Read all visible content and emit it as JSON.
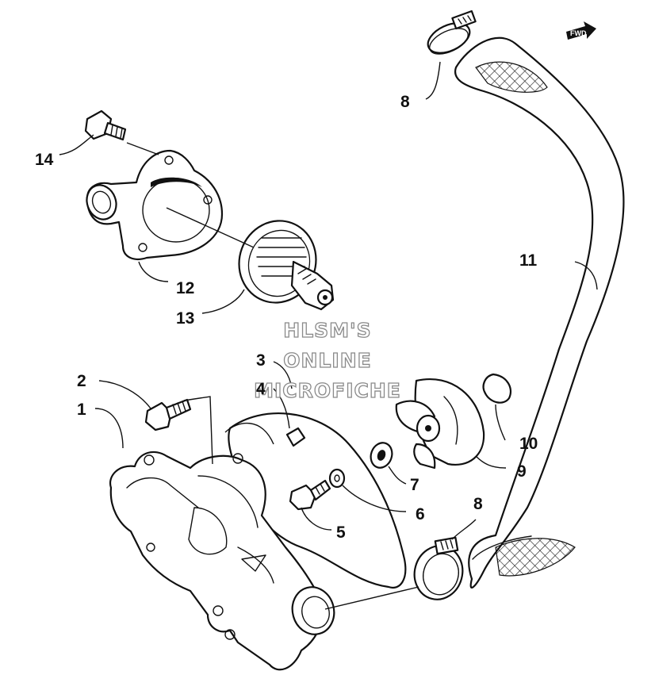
{
  "watermark": {
    "line1": "HLSM'S",
    "line2": "ONLINE",
    "line3": "MICROFICHE"
  },
  "direction_arrow": {
    "label": "FWD"
  },
  "callouts": {
    "c1": "1",
    "c2": "2",
    "c3": "3",
    "c4": "4",
    "c5": "5",
    "c6": "6",
    "c7": "7",
    "c8a": "8",
    "c8b": "8",
    "c9": "9",
    "c10": "10",
    "c11": "11",
    "c12": "12",
    "c13": "13",
    "c14": "14"
  }
}
